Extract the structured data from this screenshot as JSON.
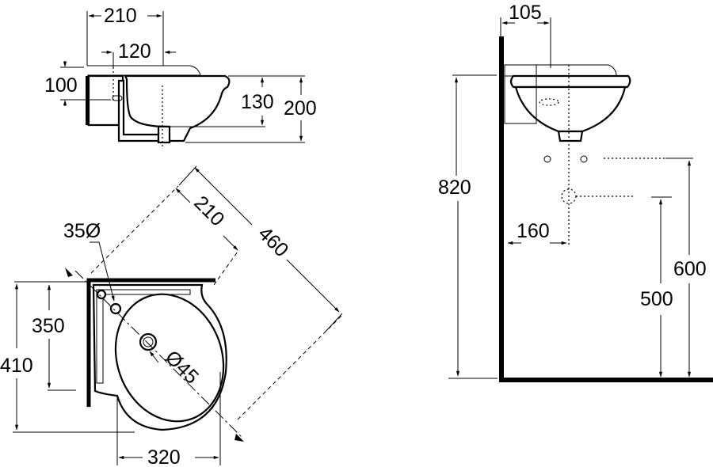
{
  "drawing": {
    "subject": "Corner wash basin technical dimension drawing",
    "units": "mm",
    "color_line": "#000000",
    "color_background": "#ffffff"
  },
  "side_view_top": {
    "dim_210": "210",
    "dim_120": "120",
    "dim_100": "100",
    "dim_130": "130",
    "dim_200": "200"
  },
  "plan_view": {
    "dim_210_diag": "210",
    "dim_460_diag": "460",
    "tap_hole_label": "35Ø",
    "waste_label": "Ø45",
    "dim_350": "350",
    "dim_410": "410",
    "dim_320": "320"
  },
  "elevation_view": {
    "dim_105": "105",
    "dim_820": "820",
    "dim_160": "160",
    "dim_600": "600",
    "dim_500": "500"
  }
}
